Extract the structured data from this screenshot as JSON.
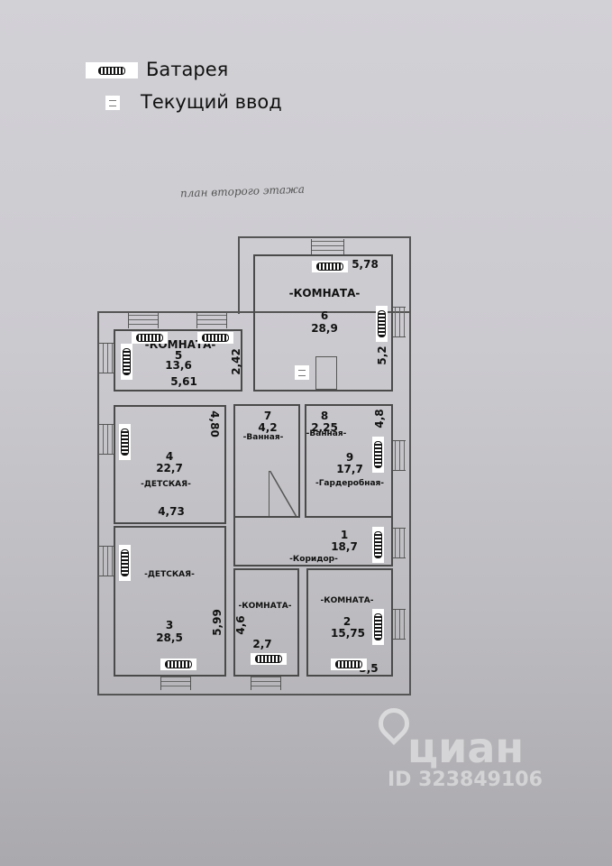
{
  "legend": {
    "radiator_label": "Батарея",
    "inlet_label": "Текущий ввод"
  },
  "plan_title": "план второго этажа",
  "rooms": [
    {
      "num": "6",
      "area": "28,9",
      "name": "-КОМНАТА-"
    },
    {
      "num": "5",
      "area": "13,6",
      "name": "-КОМНАТА-"
    },
    {
      "num": "4",
      "area": "22,7",
      "name": "-ДЕТСКАЯ-"
    },
    {
      "num": "3",
      "area": "28,5",
      "name": "-ДЕТСКАЯ-"
    },
    {
      "num": "7",
      "area": "4,2",
      "name": "-Ванная-"
    },
    {
      "num": "8",
      "area": "2,25",
      "name": "-Ванная-"
    },
    {
      "num": "9",
      "area": "17,7",
      "name": "-Гардеробная-"
    },
    {
      "num": "1",
      "area": "18,7",
      "name": "-Коридор-"
    },
    {
      "num": "",
      "area": "2,7",
      "name": "-КОМНАТА-"
    },
    {
      "num": "2",
      "area": "15,75",
      "name": "-КОМНАТА-"
    }
  ],
  "dimensions": {
    "d578": "5,78",
    "d52": "5,2",
    "d242": "2,42",
    "d561": "5,61",
    "d480": "4,80",
    "d48": "4,8",
    "d473": "4,73",
    "d599": "5,99",
    "d46": "4,6",
    "d35": "3,5"
  },
  "watermark": {
    "brand": "циан",
    "id": "ID 323849106"
  }
}
